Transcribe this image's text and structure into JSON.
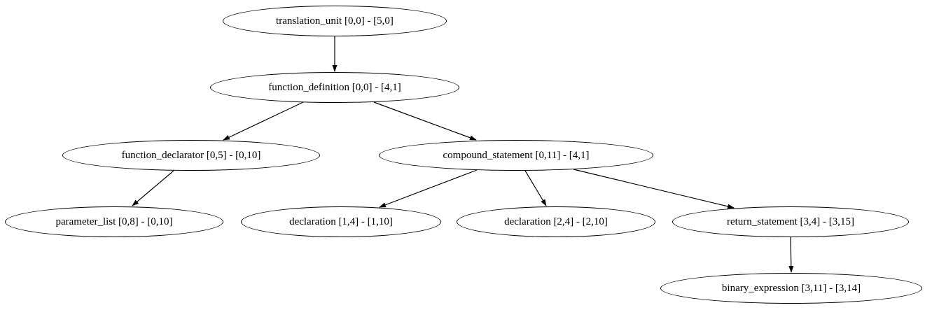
{
  "diagram": {
    "type": "graph",
    "description": "Syntax tree (AST) rendered as a directed graph of ellipse nodes",
    "colors": {
      "background": "#ffffff",
      "node_fill": "#ffffff",
      "node_stroke": "#000000",
      "edge": "#000000",
      "text": "#000000"
    },
    "nodes": [
      {
        "id": "translation_unit",
        "label": "translation_unit [0,0] - [5,0]"
      },
      {
        "id": "function_definition",
        "label": "function_definition [0,0] - [4,1]"
      },
      {
        "id": "function_declarator",
        "label": "function_declarator [0,5] - [0,10]"
      },
      {
        "id": "compound_statement",
        "label": "compound_statement [0,11] - [4,1]"
      },
      {
        "id": "parameter_list",
        "label": "parameter_list [0,8] - [0,10]"
      },
      {
        "id": "declaration_1",
        "label": "declaration [1,4] - [1,10]"
      },
      {
        "id": "declaration_2",
        "label": "declaration [2,4] - [2,10]"
      },
      {
        "id": "return_statement",
        "label": "return_statement [3,4] - [3,15]"
      },
      {
        "id": "binary_expression",
        "label": "binary_expression [3,11] - [3,14]"
      }
    ],
    "edges": [
      {
        "from": "translation_unit",
        "to": "function_definition"
      },
      {
        "from": "function_definition",
        "to": "function_declarator"
      },
      {
        "from": "function_definition",
        "to": "compound_statement"
      },
      {
        "from": "function_declarator",
        "to": "parameter_list"
      },
      {
        "from": "compound_statement",
        "to": "declaration_1"
      },
      {
        "from": "compound_statement",
        "to": "declaration_2"
      },
      {
        "from": "compound_statement",
        "to": "return_statement"
      },
      {
        "from": "return_statement",
        "to": "binary_expression"
      }
    ]
  }
}
